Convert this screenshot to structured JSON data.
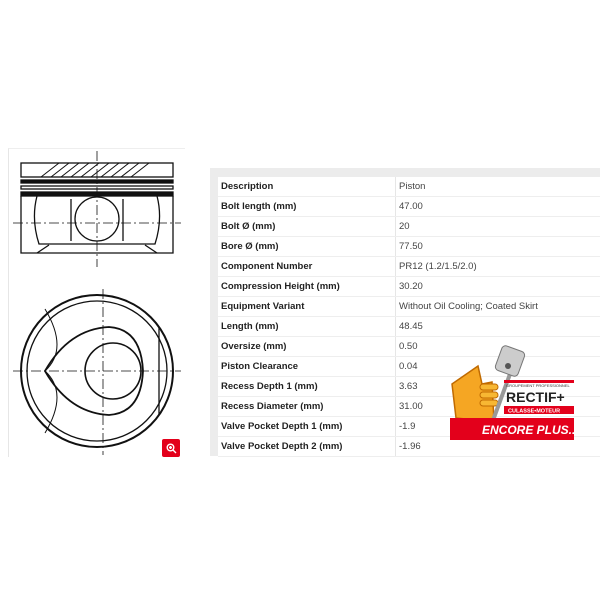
{
  "specs": [
    {
      "label": "Description",
      "value": "Piston"
    },
    {
      "label": "Bolt length (mm)",
      "value": "47.00"
    },
    {
      "label": "Bolt Ø (mm)",
      "value": "20"
    },
    {
      "label": "Bore Ø (mm)",
      "value": "77.50"
    },
    {
      "label": "Component Number",
      "value": "PR12 (1.2/1.5/2.0)"
    },
    {
      "label": "Compression Height (mm)",
      "value": "30.20"
    },
    {
      "label": "Equipment Variant",
      "value": "Without Oil Cooling; Coated Skirt"
    },
    {
      "label": "Length (mm)",
      "value": "48.45"
    },
    {
      "label": "Oversize (mm)",
      "value": "0.50"
    },
    {
      "label": "Piston Clearance",
      "value": "0.04"
    },
    {
      "label": "Recess Depth 1 (mm)",
      "value": "3.63"
    },
    {
      "label": "Recess Diameter (mm)",
      "value": "31.00"
    },
    {
      "label": "Valve Pocket Depth 1 (mm)",
      "value": "-1.9"
    },
    {
      "label": "Valve Pocket Depth 2 (mm)",
      "value": "-1.96"
    }
  ],
  "logo": {
    "top": "GROUPEMENT PROFESSIONNEL",
    "name": "RECTIF+",
    "sub": "CULASSE•MOTEUR",
    "tagline": "ENCORE PLUS..."
  },
  "colors": {
    "accent": "#e3001b",
    "thumb": "#f5a623"
  },
  "icons": {
    "zoom": "zoom-in-icon"
  }
}
